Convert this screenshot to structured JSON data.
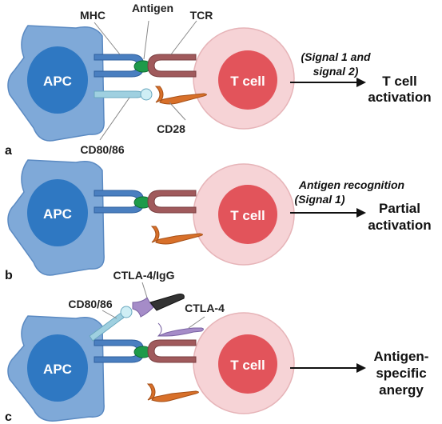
{
  "colors": {
    "apc_body": "#7fa9d8",
    "apc_nucleus": "#2f78c2",
    "t_cell_body": "#f6d3d6",
    "t_cell_nucleus": "#e2545b",
    "mhc": "#4a7fc0",
    "antigen": "#1e9a4a",
    "tcr": "#a05a5c",
    "cd28": "#d8702a",
    "cd80_86": "#9fd0e0",
    "ctla4": "#a58cc8",
    "igg": "#333333"
  },
  "panels": [
    {
      "letter": "a",
      "apc_label": "APC",
      "t_cell_label": "T cell",
      "labels": {
        "mhc": "MHC",
        "antigen": "Antigen",
        "tcr": "TCR",
        "cd28": "CD28",
        "cd80_86": "CD80/86"
      },
      "signal_lines": [
        "(Signal 1 and",
        "signal 2)"
      ],
      "result_lines": [
        "T cell",
        "activation"
      ]
    },
    {
      "letter": "b",
      "apc_label": "APC",
      "t_cell_label": "T cell",
      "signal_lines": [
        "Antigen recognition",
        "(Signal 1)"
      ],
      "result_lines": [
        "Partial",
        "activation"
      ]
    },
    {
      "letter": "c",
      "apc_label": "APC",
      "t_cell_label": "T cell",
      "labels": {
        "ctla4_igg": "CTLA-4/IgG",
        "cd80_86": "CD80/86",
        "ctla4": "CTLA-4"
      },
      "result_lines": [
        "Antigen-",
        "specific",
        "anergy"
      ]
    }
  ]
}
